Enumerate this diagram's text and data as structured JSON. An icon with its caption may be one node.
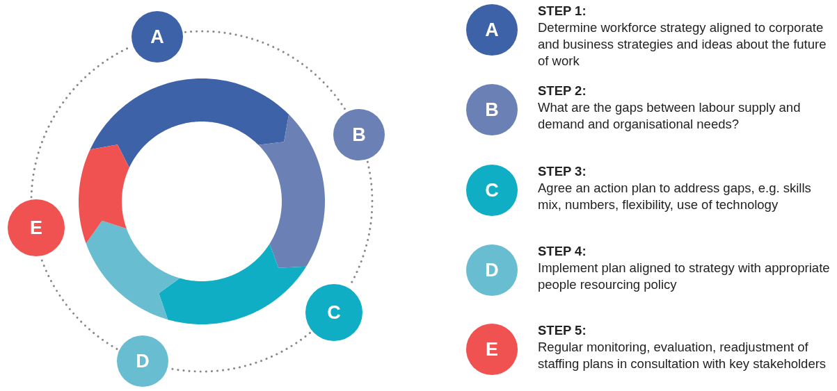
{
  "diagram": {
    "nodes": [
      {
        "text": [
          "A"
        ]
      },
      {
        "text": [
          "B"
        ]
      },
      {
        "text": [
          "C"
        ]
      },
      {
        "text": [
          "D"
        ]
      },
      {
        "text": [
          "E"
        ]
      },
      {
        "text": [
          "A"
        ],
        "beside": [
          "STEP 1:",
          "Determine workforce strategy aligned to corporate and business strategies and ideas about the future of work"
        ]
      },
      {
        "text": [
          "B"
        ],
        "beside": [
          "STEP 2:",
          "What are the gaps between labour supply and demand and organisational needs?"
        ]
      },
      {
        "text": [
          "C"
        ],
        "beside": [
          "STEP 3:",
          "Agree an action plan to address gaps, e.g. skills mix, numbers, flexibility, use of technology"
        ]
      },
      {
        "text": [
          "D"
        ],
        "beside": [
          "STEP 4:",
          "Implement plan aligned to strategy with appropriate people resourcing policy"
        ]
      },
      {
        "text": [
          "E"
        ],
        "beside": [
          "STEP 5:",
          "Regular monitoring, evaluation, readjustment of staffing plans in consultation with key stakeholders"
        ]
      }
    ],
    "edges": [
      {
        "from": 0,
        "to": 1,
        "arrow": "none",
        "style": "dashed"
      },
      {
        "from": 1,
        "to": 2,
        "arrow": "none",
        "style": "dashed"
      },
      {
        "from": 2,
        "to": 3,
        "arrow": "none",
        "style": "dashed"
      },
      {
        "from": 3,
        "to": 4,
        "arrow": "none",
        "style": "dashed"
      },
      {
        "from": 4,
        "to": 0,
        "arrow": "none",
        "style": "dashed"
      }
    ]
  }
}
